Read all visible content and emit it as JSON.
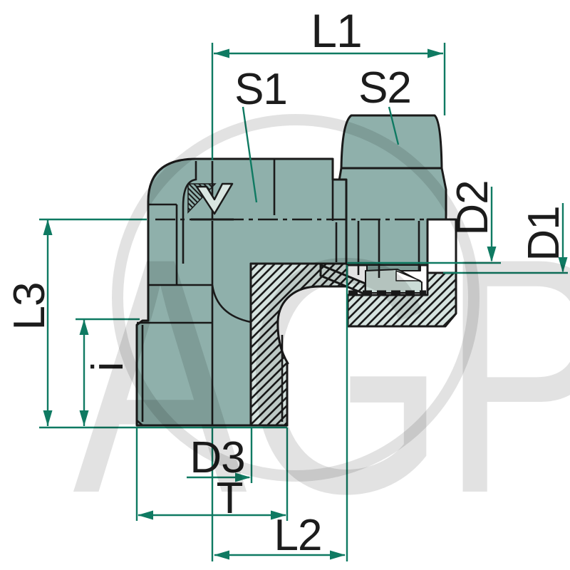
{
  "labels": {
    "l1": "L1",
    "s1": "S1",
    "s2": "S2",
    "d2": "D2",
    "d1": "D1",
    "l3": "L3",
    "i": "i",
    "d3": "D3",
    "t": "T",
    "l2": "L2"
  },
  "watermark": {
    "text": "AGP"
  },
  "colors": {
    "body_teal": "#8FB0AB",
    "section_fill": "#D6E3DF",
    "ring_dark": "#7E9C96",
    "dimension_green": "#0F7A62",
    "outline_black": "#1A1A1A",
    "watermark_gray": "rgba(0,0,0,0.115)"
  },
  "drawing": {
    "type": "technical-drawing",
    "subject": "90-degree elbow compression fitting cross-section",
    "dimension_marks": [
      "L1",
      "S1",
      "S2",
      "D2",
      "D1",
      "L3",
      "i",
      "D3",
      "T",
      "L2"
    ]
  }
}
